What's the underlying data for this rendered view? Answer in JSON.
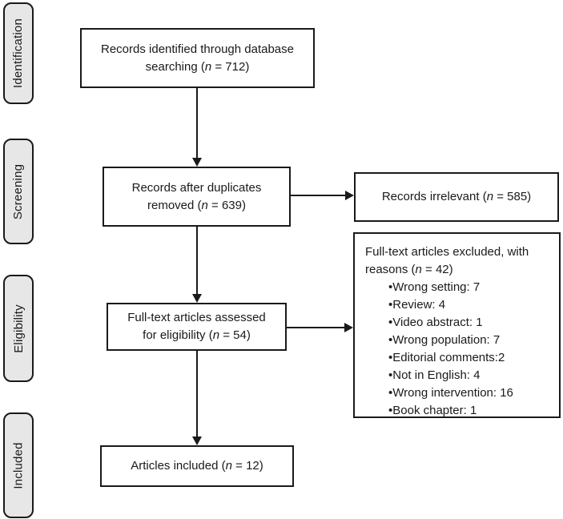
{
  "diagram": {
    "type": "prisma-flow-diagram",
    "colors": {
      "border": "#1a1a1a",
      "stage_fill": "#e7e7e7",
      "box_fill": "#ffffff",
      "text": "#1a1a1a"
    },
    "stages": [
      "Identification",
      "Screening",
      "Eligibility",
      "Included"
    ],
    "nodes": {
      "identified": {
        "line1": "Records identified through database",
        "line2_pre": "searching (",
        "n": "n",
        "line2_post": " = 712)"
      },
      "duplicates": {
        "line1": "Records after duplicates",
        "line2_pre": "removed (",
        "n": "n",
        "line2_post": " = 639)"
      },
      "fulltext": {
        "line1": "Full-text articles assessed",
        "line2_pre": "for eligibility (",
        "n": "n",
        "line2_post": " = 54)"
      },
      "included": {
        "pre": "Articles included (",
        "n": "n",
        "post": " = 12)"
      },
      "irrelevant": {
        "pre": "Records irrelevant (",
        "n": "n",
        "post": " = 585)"
      },
      "excluded": {
        "title_line1": "Full-text articles excluded, with",
        "title_line2_pre": "reasons (",
        "n": "n",
        "title_line2_post": " = 42)",
        "items": [
          "•Wrong setting: 7",
          "•Review: 4",
          "•Video abstract: 1",
          "•Wrong population: 7",
          "•Editorial comments:2",
          "•Not in English: 4",
          "•Wrong intervention: 16",
          "•Book chapter: 1"
        ]
      }
    }
  }
}
